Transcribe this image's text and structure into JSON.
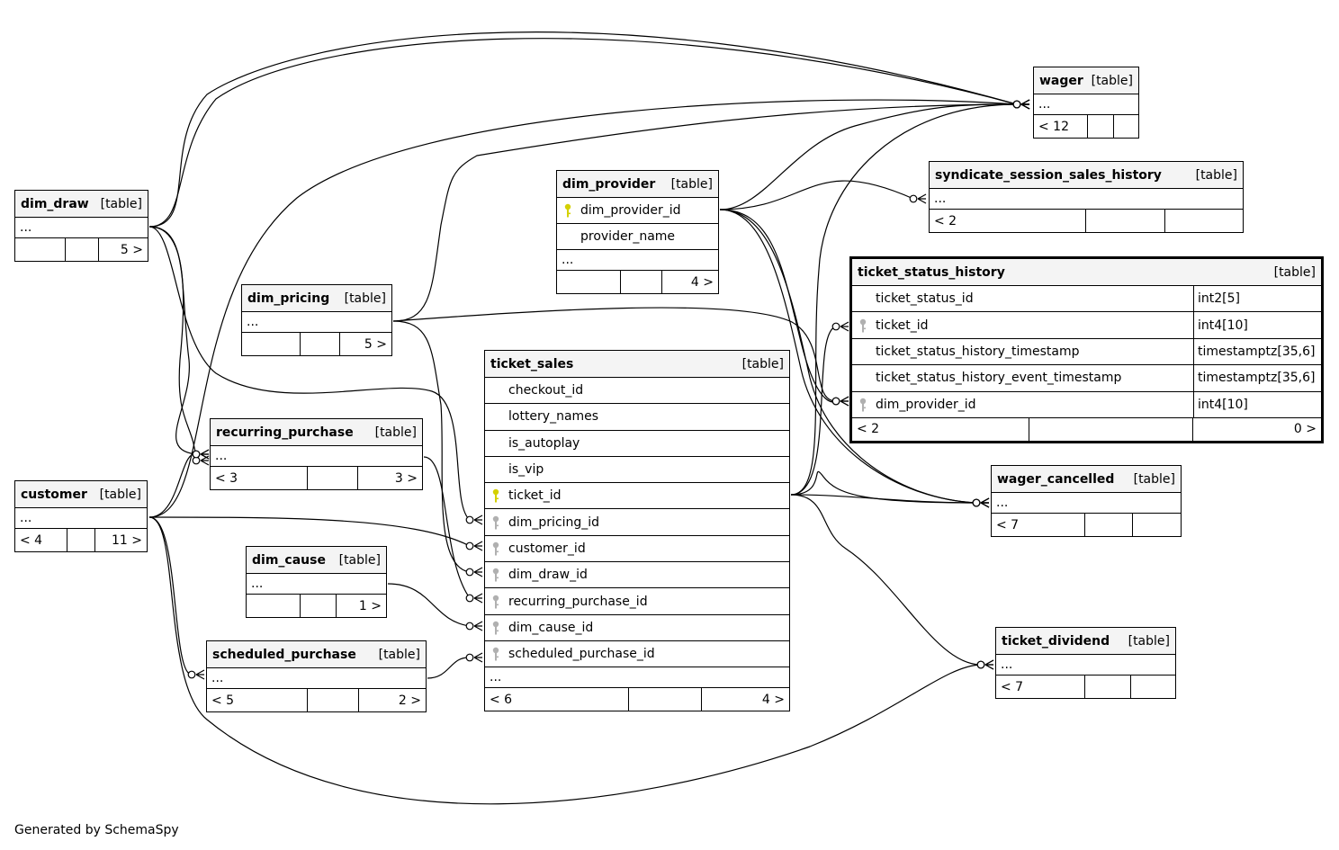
{
  "credit": "Generated by SchemaSpy",
  "type_tag": "[table]",
  "ellipsis": "...",
  "tables": {
    "wager": {
      "name": "wager",
      "footer": [
        "< 12",
        "",
        ""
      ]
    },
    "dim_draw": {
      "name": "dim_draw",
      "footer": [
        "",
        "",
        "5 >"
      ]
    },
    "syndicate_session_sales_history": {
      "name": "syndicate_session_sales_history",
      "footer": [
        "< 2",
        "",
        ""
      ]
    },
    "dim_provider": {
      "name": "dim_provider",
      "columns": [
        "dim_provider_id",
        "provider_name"
      ],
      "footer": [
        "",
        "",
        "4 >"
      ]
    },
    "dim_pricing": {
      "name": "dim_pricing",
      "footer": [
        "",
        "",
        "5 >"
      ]
    },
    "ticket_status_history": {
      "name": "ticket_status_history",
      "columns": [
        {
          "name": "ticket_status_id",
          "type": "int2[5]"
        },
        {
          "name": "ticket_id",
          "type": "int4[10]"
        },
        {
          "name": "ticket_status_history_timestamp",
          "type": "timestamptz[35,6]"
        },
        {
          "name": "ticket_status_history_event_timestamp",
          "type": "timestamptz[35,6]"
        },
        {
          "name": "dim_provider_id",
          "type": "int4[10]"
        }
      ],
      "footer": [
        "< 2",
        "",
        "0 >"
      ]
    },
    "ticket_sales": {
      "name": "ticket_sales",
      "columns": [
        "checkout_id",
        "lottery_names",
        "is_autoplay",
        "is_vip",
        "ticket_id",
        "dim_pricing_id",
        "customer_id",
        "dim_draw_id",
        "recurring_purchase_id",
        "dim_cause_id",
        "scheduled_purchase_id"
      ],
      "footer": [
        "< 6",
        "",
        "4 >"
      ]
    },
    "recurring_purchase": {
      "name": "recurring_purchase",
      "footer": [
        "< 3",
        "",
        "3 >"
      ]
    },
    "customer": {
      "name": "customer",
      "footer": [
        "< 4",
        "",
        "11 >"
      ]
    },
    "wager_cancelled": {
      "name": "wager_cancelled",
      "footer": [
        "< 7",
        "",
        ""
      ]
    },
    "dim_cause": {
      "name": "dim_cause",
      "footer": [
        "",
        "",
        "1 >"
      ]
    },
    "scheduled_purchase": {
      "name": "scheduled_purchase",
      "footer": [
        "< 5",
        "",
        "2 >"
      ]
    },
    "ticket_dividend": {
      "name": "ticket_dividend",
      "footer": [
        "< 7",
        "",
        ""
      ]
    }
  },
  "key_colors": {
    "primary": "#d4d000",
    "foreign": "#b0b0b0"
  }
}
